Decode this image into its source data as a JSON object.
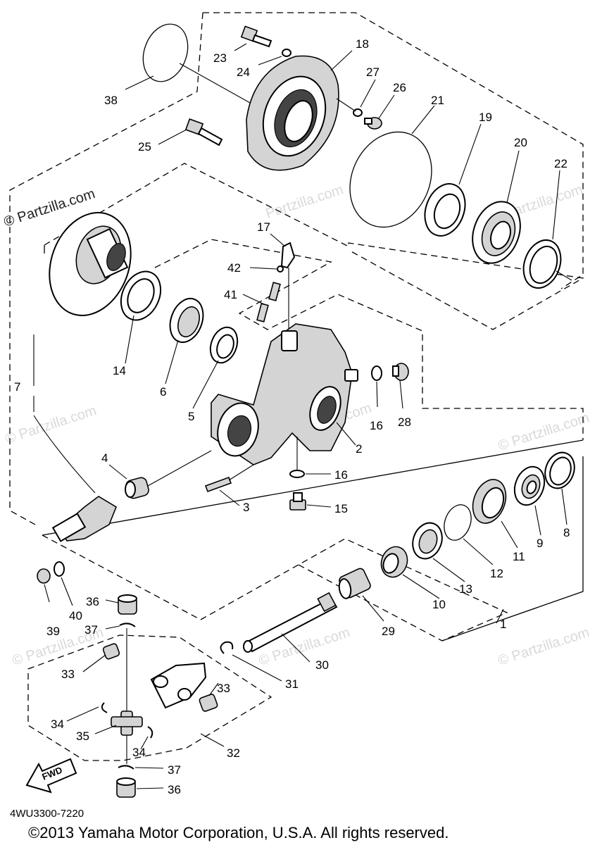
{
  "diagram_code": "4WU3300-7220",
  "copyright": "©2013 Yamaha Motor Corporation, U.S.A. All rights reserved.",
  "watermark": "© Partzilla.com",
  "watermark_small": "Partzilla.com",
  "fwd_label": "FWD",
  "callouts": [
    {
      "id": "1",
      "label": "1",
      "name": "callout-1"
    },
    {
      "id": "2",
      "label": "2",
      "name": "callout-2"
    },
    {
      "id": "3",
      "label": "3",
      "name": "callout-3"
    },
    {
      "id": "4",
      "label": "4",
      "name": "callout-4"
    },
    {
      "id": "5",
      "label": "5",
      "name": "callout-5"
    },
    {
      "id": "6",
      "label": "6",
      "name": "callout-6"
    },
    {
      "id": "7",
      "label": "7",
      "name": "callout-7"
    },
    {
      "id": "8",
      "label": "8",
      "name": "callout-8"
    },
    {
      "id": "9",
      "label": "9",
      "name": "callout-9"
    },
    {
      "id": "10",
      "label": "10",
      "name": "callout-10"
    },
    {
      "id": "11",
      "label": "11",
      "name": "callout-11"
    },
    {
      "id": "12",
      "label": "12",
      "name": "callout-12"
    },
    {
      "id": "13",
      "label": "13",
      "name": "callout-13"
    },
    {
      "id": "14",
      "label": "14",
      "name": "callout-14"
    },
    {
      "id": "15",
      "label": "15",
      "name": "callout-15"
    },
    {
      "id": "16a",
      "label": "16",
      "name": "callout-16-right"
    },
    {
      "id": "16b",
      "label": "16",
      "name": "callout-16-lower"
    },
    {
      "id": "17",
      "label": "17",
      "name": "callout-17"
    },
    {
      "id": "18",
      "label": "18",
      "name": "callout-18"
    },
    {
      "id": "19",
      "label": "19",
      "name": "callout-19"
    },
    {
      "id": "20",
      "label": "20",
      "name": "callout-20"
    },
    {
      "id": "21",
      "label": "21",
      "name": "callout-21"
    },
    {
      "id": "22",
      "label": "22",
      "name": "callout-22"
    },
    {
      "id": "23",
      "label": "23",
      "name": "callout-23"
    },
    {
      "id": "24",
      "label": "24",
      "name": "callout-24"
    },
    {
      "id": "25",
      "label": "25",
      "name": "callout-25"
    },
    {
      "id": "26",
      "label": "26",
      "name": "callout-26"
    },
    {
      "id": "27",
      "label": "27",
      "name": "callout-27"
    },
    {
      "id": "28",
      "label": "28",
      "name": "callout-28"
    },
    {
      "id": "29",
      "label": "29",
      "name": "callout-29"
    },
    {
      "id": "30",
      "label": "30",
      "name": "callout-30"
    },
    {
      "id": "31",
      "label": "31",
      "name": "callout-31"
    },
    {
      "id": "32",
      "label": "32",
      "name": "callout-32"
    },
    {
      "id": "33a",
      "label": "33",
      "name": "callout-33-left"
    },
    {
      "id": "33b",
      "label": "33",
      "name": "callout-33-right"
    },
    {
      "id": "34a",
      "label": "34",
      "name": "callout-34-left"
    },
    {
      "id": "34b",
      "label": "34",
      "name": "callout-34-right"
    },
    {
      "id": "35",
      "label": "35",
      "name": "callout-35"
    },
    {
      "id": "36a",
      "label": "36",
      "name": "callout-36-top"
    },
    {
      "id": "36b",
      "label": "36",
      "name": "callout-36-bottom"
    },
    {
      "id": "37a",
      "label": "37",
      "name": "callout-37-top"
    },
    {
      "id": "37b",
      "label": "37",
      "name": "callout-37-bottom"
    },
    {
      "id": "38",
      "label": "38",
      "name": "callout-38"
    },
    {
      "id": "39",
      "label": "39",
      "name": "callout-39"
    },
    {
      "id": "40",
      "label": "40",
      "name": "callout-40"
    },
    {
      "id": "41",
      "label": "41",
      "name": "callout-41"
    },
    {
      "id": "42",
      "label": "42",
      "name": "callout-42"
    }
  ]
}
